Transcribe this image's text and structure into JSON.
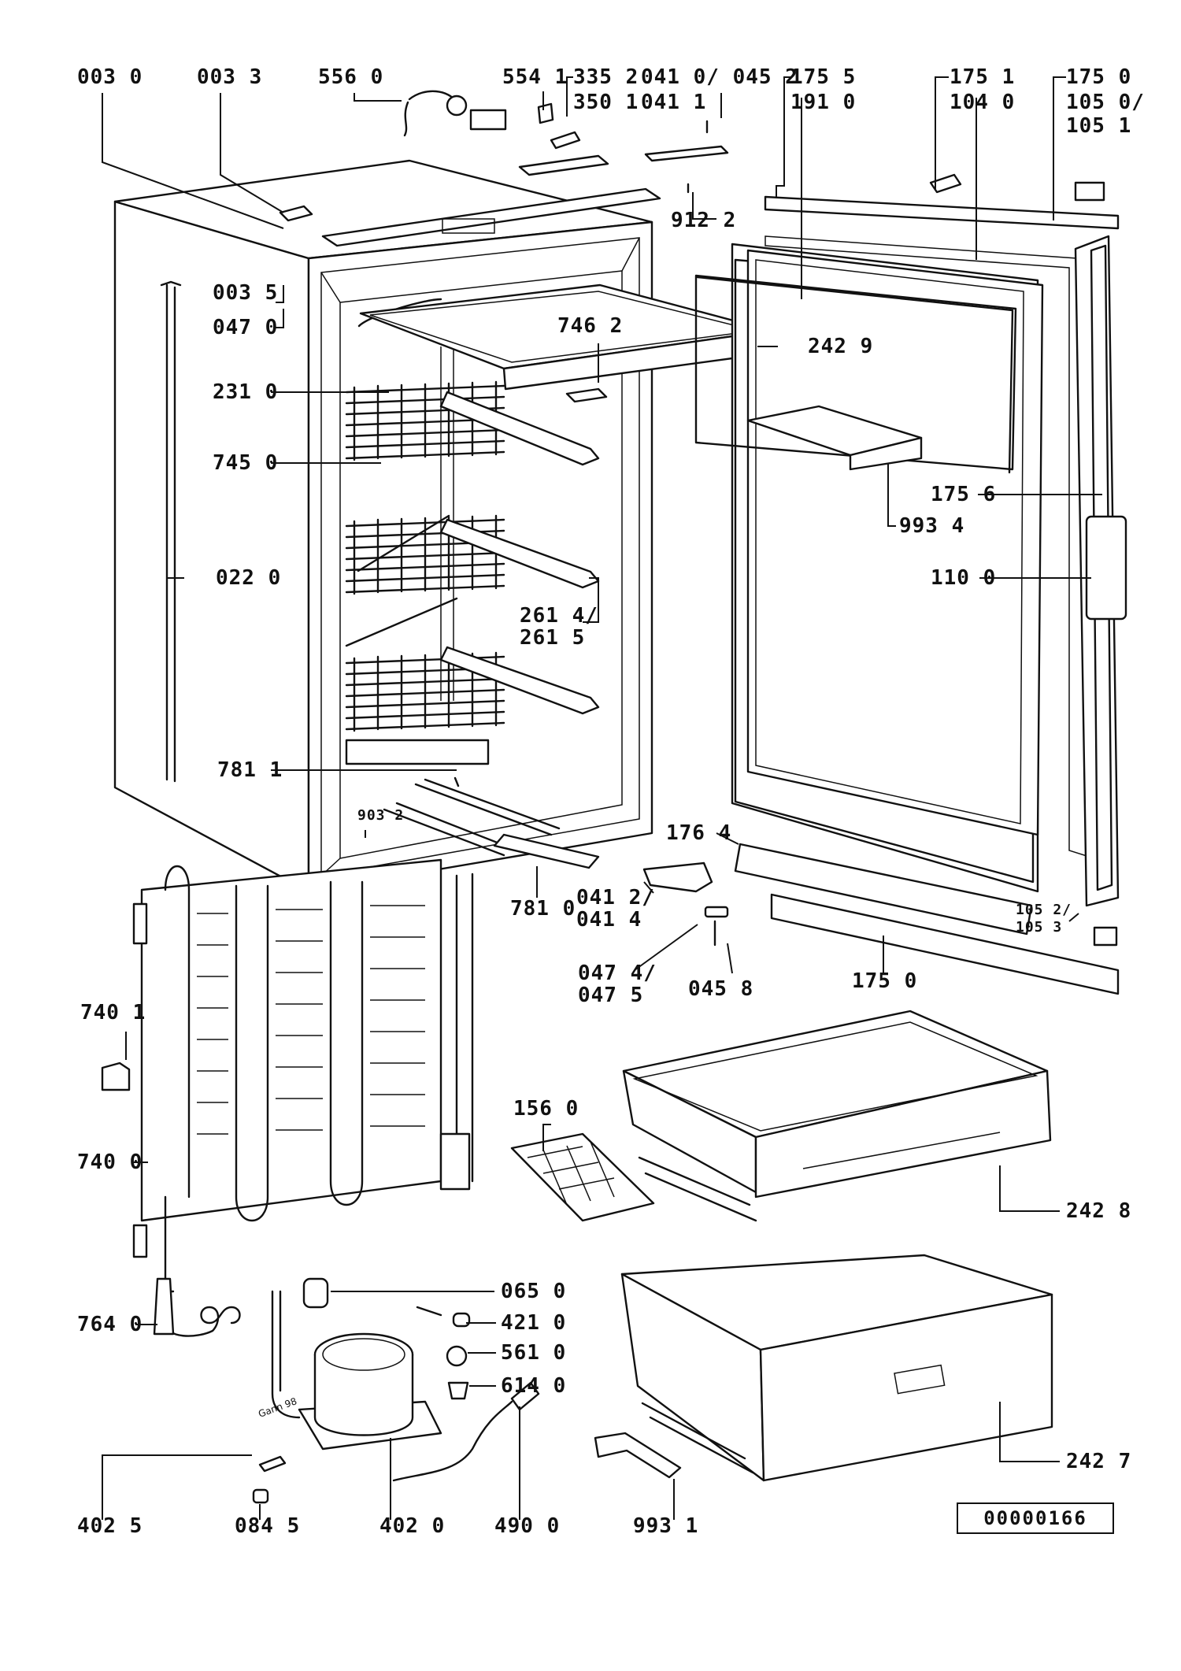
{
  "document_id": "00000166",
  "labels": {
    "p0030": "003 0",
    "p0033": "003 3",
    "p5560": "556 0",
    "p5541": "554 1",
    "p3352": "335 2",
    "p3501": "350 1",
    "p0410_0452": "041 0/ 045 2",
    "p0411": "041 1",
    "p1755": "175 5",
    "p1910": "191 0",
    "p1751": "175 1",
    "p1040": "104 0",
    "p1750_top": "175 0",
    "p1050_1051_a": "105 0/",
    "p1050_1051_b": "105 1",
    "p9122": "912 2",
    "p0035": "003 5",
    "p0470": "047 0",
    "p7462": "746 2",
    "p2429": "242 9",
    "p2310": "231 0",
    "p7450": "745 0",
    "p1756": "175 6",
    "p9934": "993 4",
    "p0220": "022 0",
    "p1100": "110 0",
    "p2614_a": "261 4/",
    "p2614_b": "261 5",
    "p7811": "781 1",
    "p9032": "903 2",
    "p1764": "176 4",
    "p7810": "781 0",
    "p0412_a": "041 2/",
    "p0412_b": "041 4",
    "p1052_a": "105 2/",
    "p1052_b": "105 3",
    "p0474_a": "047 4/",
    "p0474_b": "047 5",
    "p0458": "045 8",
    "p1750_bottom": "175 0",
    "p7401": "740 1",
    "p1560": "156 0",
    "p7400": "740 0",
    "p2428": "242 8",
    "p0650": "065 0",
    "p4210": "421 0",
    "p7640": "764 0",
    "p5610": "561 0",
    "p6140": "614 0",
    "p2427": "242 7",
    "p4025": "402 5",
    "p0845": "084 5",
    "p4020": "402 0",
    "p4900": "490 0",
    "p9931": "993 1"
  },
  "compressor_note": "Gann 98"
}
